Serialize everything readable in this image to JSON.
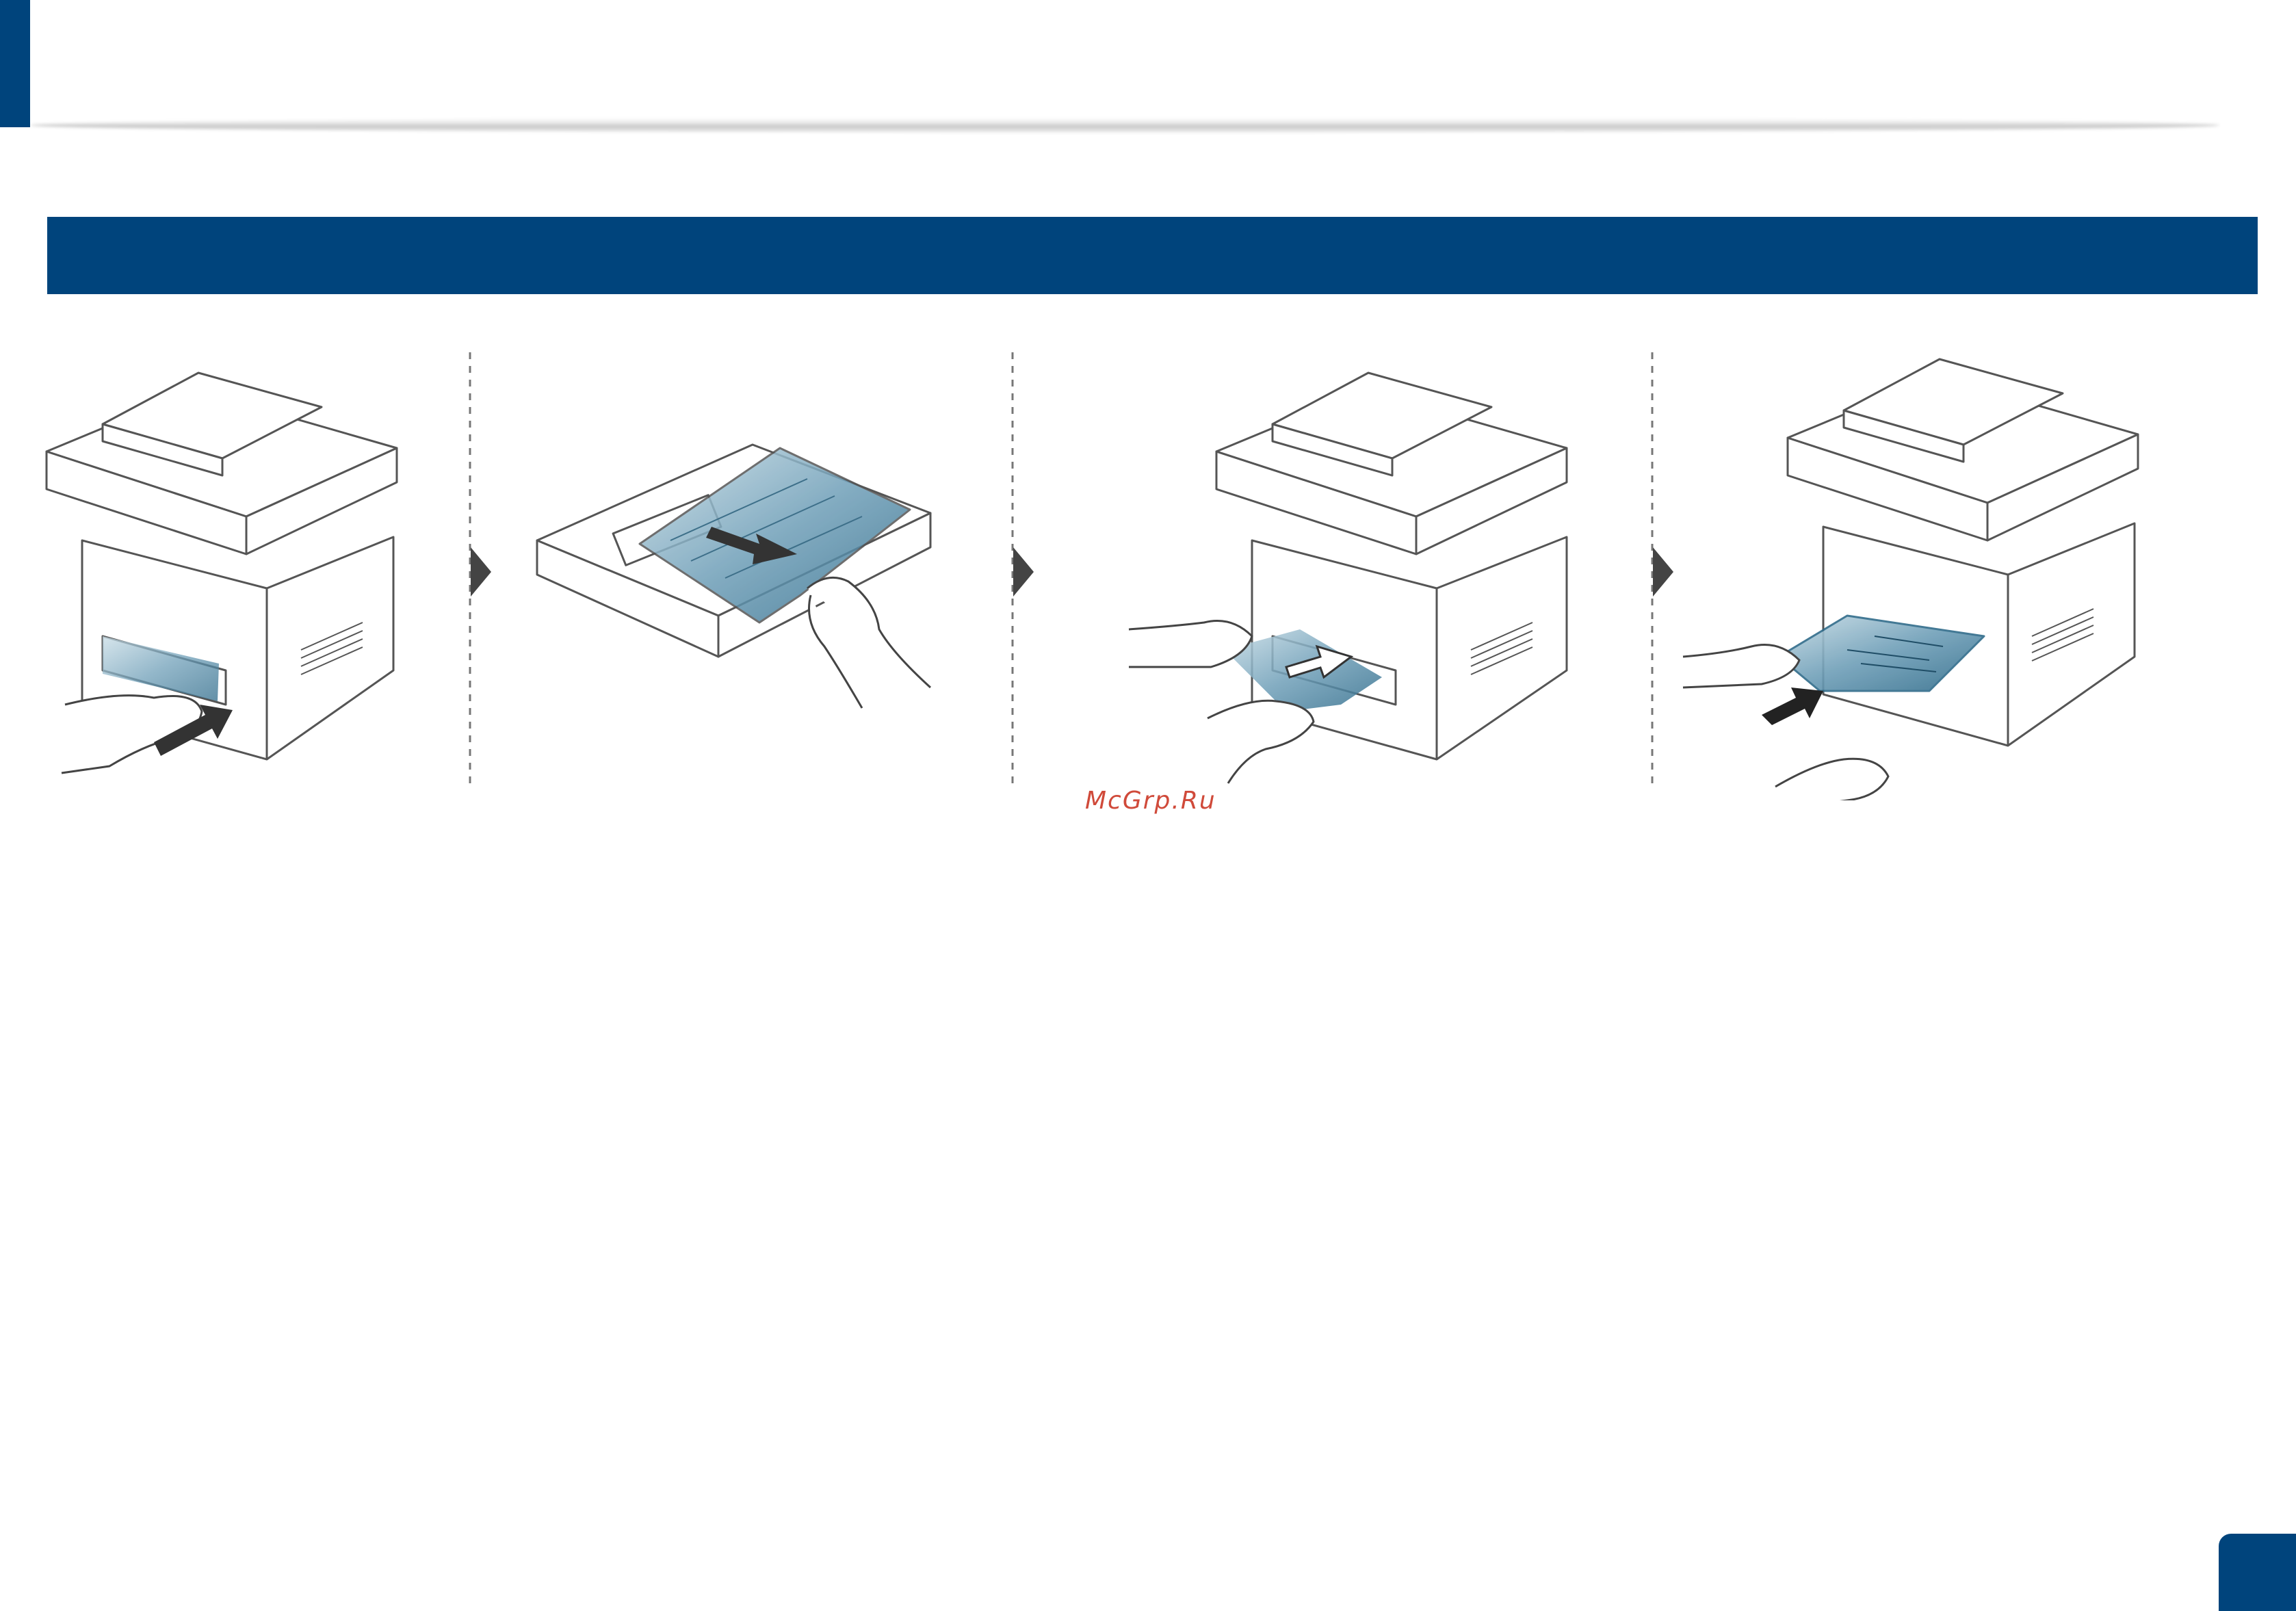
{
  "watermark": {
    "text": "McGrp.Ru"
  },
  "colors": {
    "brand_blue": "#00447c",
    "paper_teal": "#4f8aa6",
    "line_gray": "#555555",
    "arrow_dark": "#333333",
    "watermark_red": "#d04a3a"
  },
  "steps": [
    {
      "id": 1,
      "icon": "printer-pull-paper-from-rear-icon"
    },
    {
      "id": 2,
      "icon": "tray-remove-jammed-paper-icon"
    },
    {
      "id": 3,
      "icon": "printer-pull-paper-two-hands-icon"
    },
    {
      "id": 4,
      "icon": "printer-insert-duplex-unit-icon"
    }
  ]
}
